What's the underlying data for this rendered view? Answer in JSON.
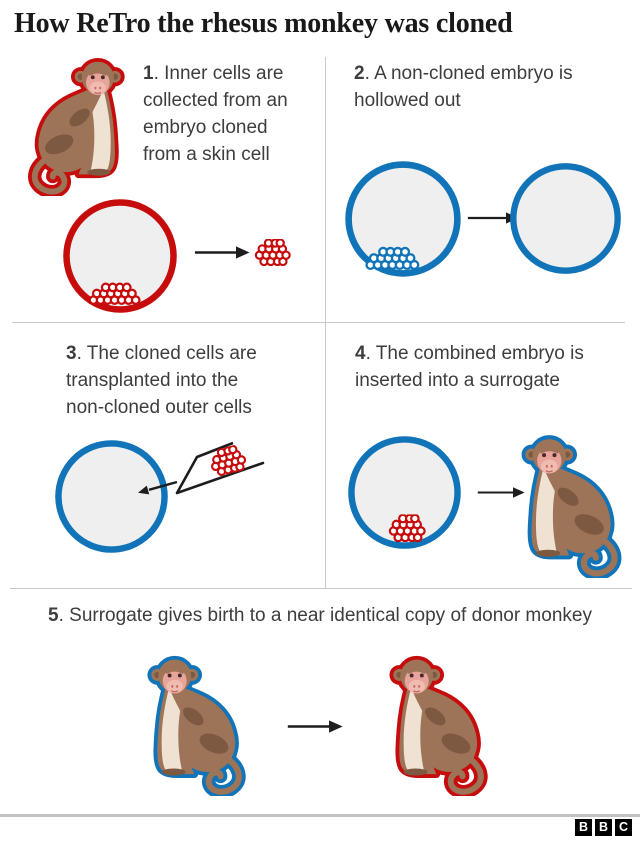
{
  "title": "How ReTro the rhesus monkey was cloned",
  "steps": [
    {
      "number": "1",
      "line1": ". Inner cells are",
      "line2": "collected from an",
      "line3": "embryo cloned",
      "line4": "from a skin cell"
    },
    {
      "number": "2",
      "line1": ". A non-cloned embryo is",
      "line2": "hollowed out"
    },
    {
      "number": "3",
      "line1": ". The cloned cells are",
      "line2": "transplanted into the",
      "line3": "non-cloned outer cells"
    },
    {
      "number": "4",
      "line1": ". The combined embryo is",
      "line2": "inserted into a surrogate"
    },
    {
      "number": "5",
      "line1": ". Surrogate gives birth to a near identical copy of donor monkey"
    }
  ],
  "icons": {
    "step1": [
      "donor-monkey-icon red-outline",
      "cloned-embryo-icon red-ring-with-inner-cell-mass",
      "arrow-right-icon",
      "inner-cells-cluster-icon red"
    ],
    "step2": [
      "non-cloned-embryo-icon blue-ring-with-cells",
      "arrow-right-icon",
      "hollowed-embryo-icon blue-ring-empty"
    ],
    "step3": [
      "hollowed-embryo-icon blue-ring-empty",
      "pipette-icon with-red-cell-cluster",
      "arrow-into-embryo-icon"
    ],
    "step4": [
      "combined-embryo-icon blue-ring-with-red-cells",
      "arrow-right-icon",
      "surrogate-monkey-icon blue-outline"
    ],
    "step5": [
      "surrogate-monkey-icon blue-outline",
      "arrow-right-icon",
      "cloned-monkey-icon red-outline"
    ]
  },
  "logo": {
    "letters": [
      "B",
      "B",
      "C"
    ]
  },
  "colors": {
    "red": "#c60c0c",
    "blue": "#1274b8",
    "embryo_fill": "#efefef",
    "cell_fill": "#ffffff",
    "divider": "#c9c9c9",
    "footer_divider": "#c2c2c2",
    "text": "#3d3d3d",
    "title_text": "#191919",
    "arrow": "#1d1d1d",
    "monkey_body": "#9d7458",
    "monkey_dark": "#7d5942",
    "monkey_chest": "#f0e2d2",
    "monkey_face": "#e8a39b",
    "monkey_muzzle": "#f0bcb2",
    "monkey_feature": "#45292b",
    "logo_bg": "#000000",
    "logo_text": "#ffffff",
    "background": "#ffffff"
  }
}
